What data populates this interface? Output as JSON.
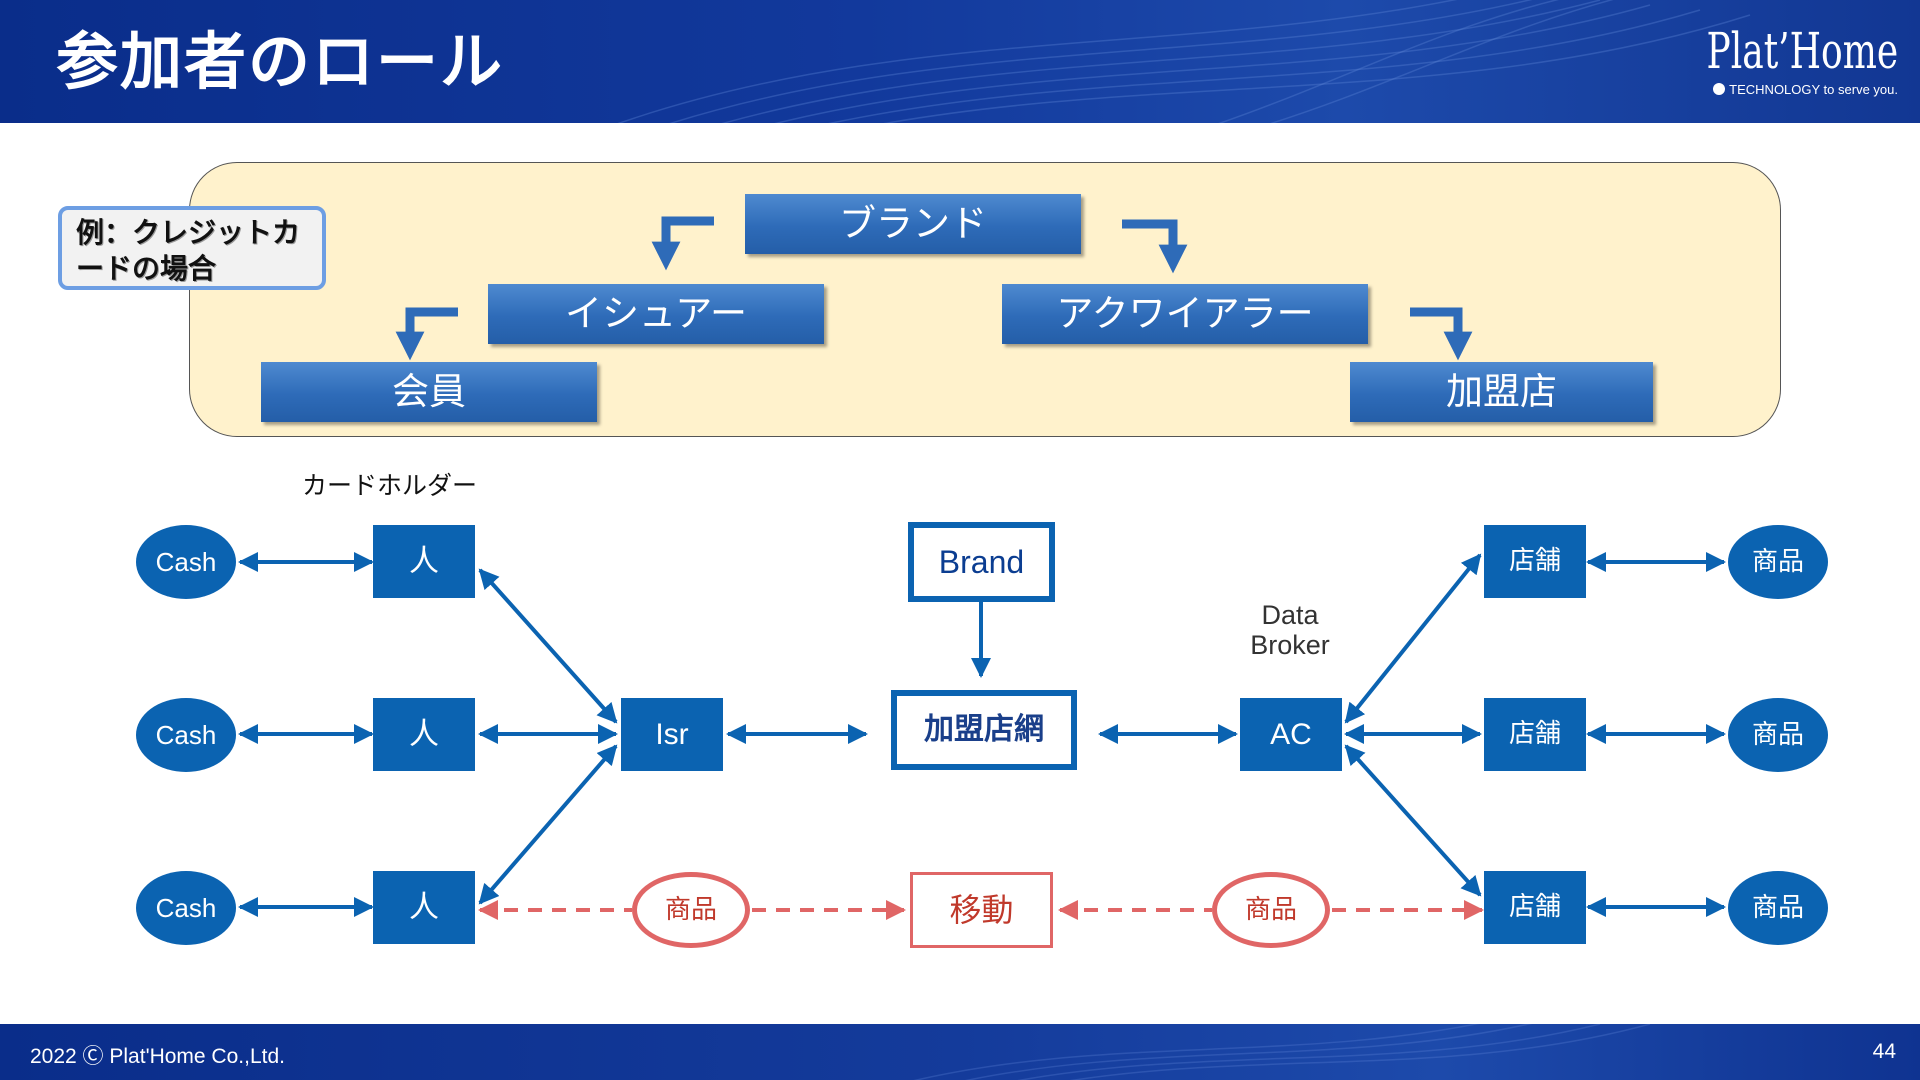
{
  "header": {
    "title": "参加者のロール",
    "logo_name": "Plat’Home",
    "logo_tagline": "TECHNOLOGY to serve you."
  },
  "roles_panel": {
    "example_label": "例：クレジットカードの場合",
    "roles": {
      "brand": "ブランド",
      "issuer": "イシュアー",
      "acquirer": "アクワイアラー",
      "member": "会員",
      "merchant": "加盟店"
    }
  },
  "diagram": {
    "cardholder_caption": "カードホルダー",
    "data_broker_caption": "Data\nBroker",
    "cash_label": "Cash",
    "person_label": "人",
    "issuer_node": "Isr",
    "brand_node": "Brand",
    "network_node": "加盟店網",
    "acquirer_node": "AC",
    "store_label": "店舗",
    "goods_label": "商品",
    "move_label": "移動"
  },
  "footer": {
    "copyright": "2022 Ⓒ Plat'Home Co.,Ltd.",
    "page_number": "44"
  },
  "colors": {
    "header_blue": "#0a2d8a",
    "node_blue": "#0b63b1",
    "panel_fill": "#fff2cc",
    "goods_flow_red": "#e06666"
  }
}
